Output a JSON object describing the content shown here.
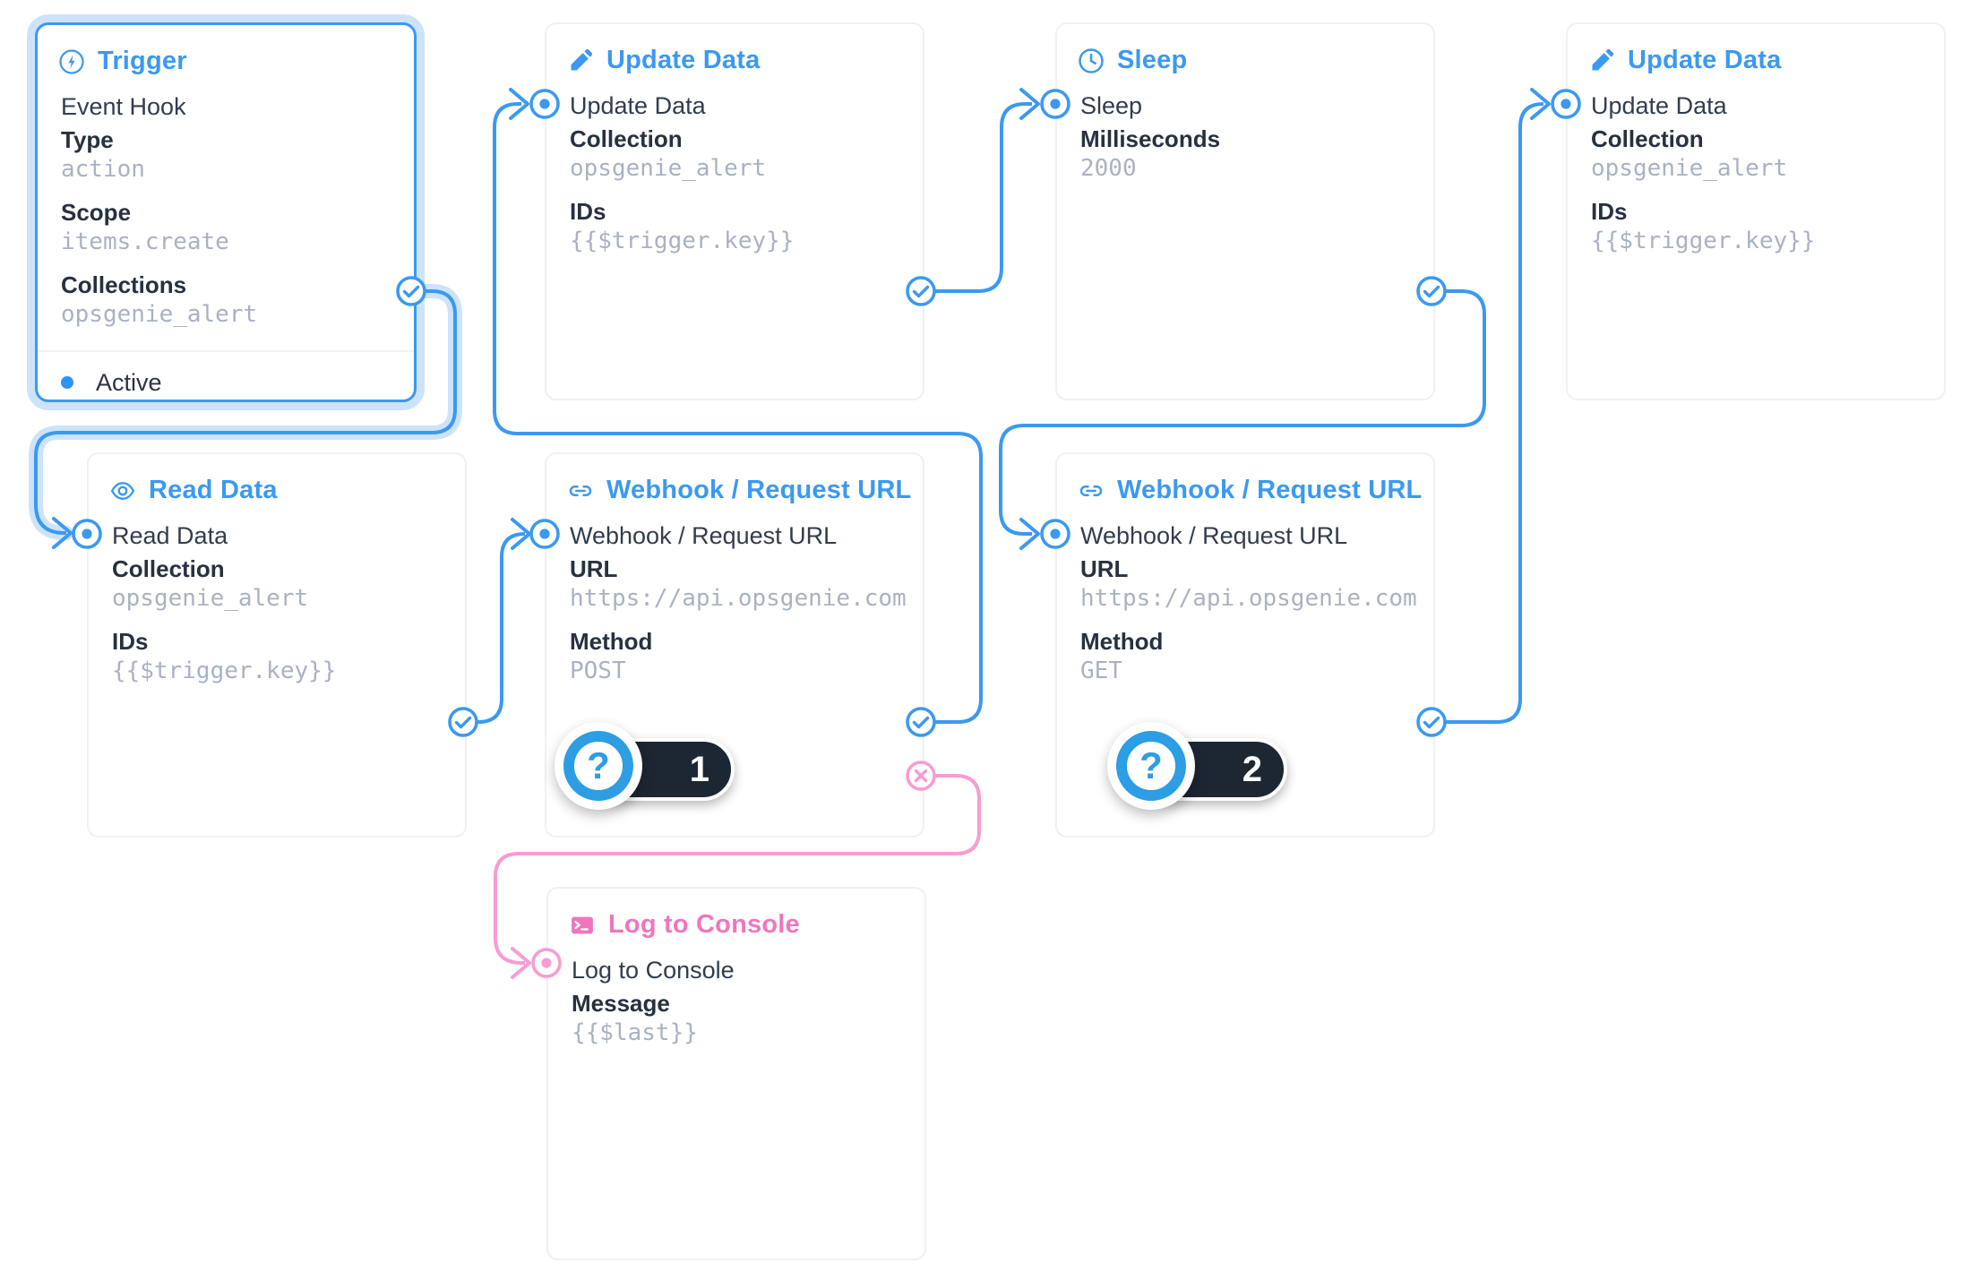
{
  "colors": {
    "accent_blue": "#3b99f0",
    "accent_pink": "#ef76bd",
    "line_pink": "#f79cd1",
    "halo_blue": "#cde3fb",
    "card_border": "#eef1f5",
    "label_dark": "#273140",
    "body_text": "#323d4c",
    "value_muted": "#a9b2c3",
    "badge_dark": "#1d2633"
  },
  "icons": {
    "trigger": "lightning-bolt-icon",
    "update_data": "pencil-icon",
    "sleep": "clock-icon",
    "read_data": "eye-icon",
    "webhook": "link-icon",
    "log_to_console": "terminal-icon"
  },
  "nodes": {
    "trigger": {
      "title": "Trigger",
      "name": "Event Hook",
      "status": "Active",
      "fields": [
        {
          "label": "Type",
          "value": "action"
        },
        {
          "label": "Scope",
          "value": "items.create"
        },
        {
          "label": "Collections",
          "value": "opsgenie_alert"
        }
      ]
    },
    "update_data_1": {
      "title": "Update Data",
      "name": "Update Data",
      "fields": [
        {
          "label": "Collection",
          "value": "opsgenie_alert"
        },
        {
          "label": "IDs",
          "value": "{{$trigger.key}}"
        }
      ]
    },
    "sleep": {
      "title": "Sleep",
      "name": "Sleep",
      "fields": [
        {
          "label": "Milliseconds",
          "value": "2000"
        }
      ]
    },
    "update_data_2": {
      "title": "Update Data",
      "name": "Update Data",
      "fields": [
        {
          "label": "Collection",
          "value": "opsgenie_alert"
        },
        {
          "label": "IDs",
          "value": "{{$trigger.key}}"
        }
      ]
    },
    "read_data": {
      "title": "Read Data",
      "name": "Read Data",
      "fields": [
        {
          "label": "Collection",
          "value": "opsgenie_alert"
        },
        {
          "label": "IDs",
          "value": "{{$trigger.key}}"
        }
      ]
    },
    "webhook_1": {
      "title": "Webhook / Request URL",
      "name": "Webhook / Request URL",
      "fields": [
        {
          "label": "URL",
          "value": "https://api.opsgenie.com/v…"
        },
        {
          "label": "Method",
          "value": "POST"
        }
      ]
    },
    "webhook_2": {
      "title": "Webhook / Request URL",
      "name": "Webhook / Request URL",
      "fields": [
        {
          "label": "URL",
          "value": "https://api.opsgenie.com/v…"
        },
        {
          "label": "Method",
          "value": "GET"
        }
      ]
    },
    "log_to_console": {
      "title": "Log to Console",
      "name": "Log to Console",
      "fields": [
        {
          "label": "Message",
          "value": "{{$last}}"
        }
      ]
    }
  },
  "markers": [
    {
      "number": "1"
    },
    {
      "number": "2"
    }
  ]
}
